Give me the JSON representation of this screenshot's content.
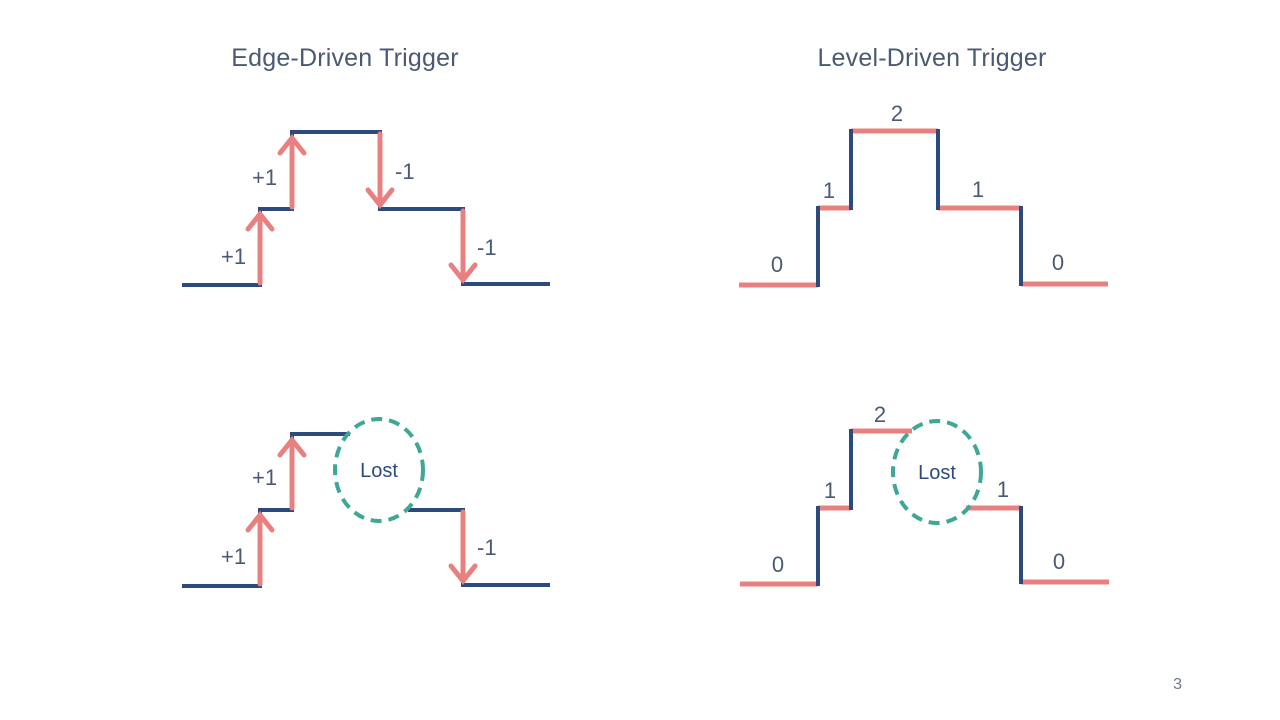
{
  "panels": {
    "edge": {
      "title": "Edge-Driven Trigger",
      "top": {
        "labels": [
          "+1",
          "+1",
          "-1",
          "-1"
        ]
      },
      "bottom": {
        "labels": [
          "+1",
          "+1",
          "-1"
        ],
        "lost_label": "Lost"
      }
    },
    "level": {
      "title": "Level-Driven Trigger",
      "top": {
        "labels": [
          "0",
          "1",
          "2",
          "1",
          "0"
        ]
      },
      "bottom": {
        "labels": [
          "0",
          "1",
          "2",
          "1",
          "0"
        ],
        "lost_label": "Lost"
      }
    }
  },
  "page_number": "3",
  "colors": {
    "signal": "#2c4b7c",
    "highlight": "#e88080",
    "lost_ring": "#3ea796",
    "text": "#4a5a73"
  }
}
